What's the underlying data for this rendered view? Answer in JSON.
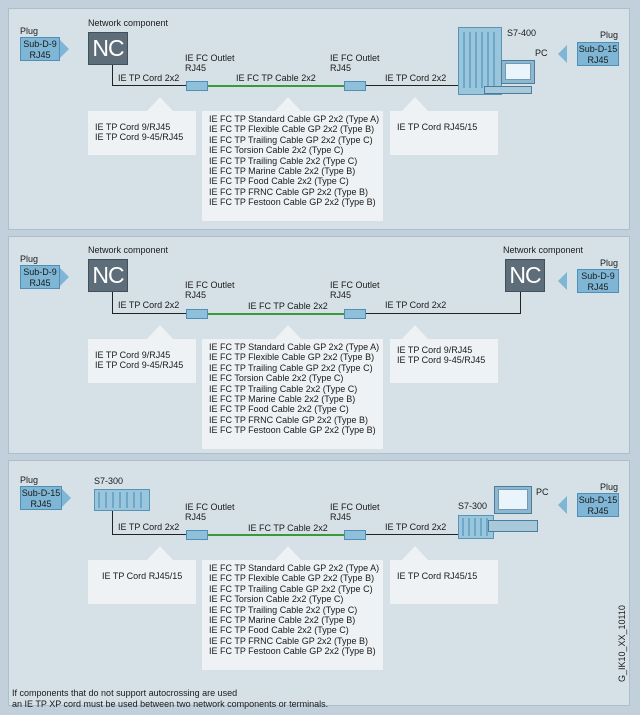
{
  "common": {
    "plug_label": "Plug",
    "network_component_label": "Network component",
    "nc_text": "NC",
    "outlet_label_line1": "IE FC Outlet",
    "outlet_label_line2": "RJ45",
    "cable_label": "IE FC TP Cable 2x2",
    "cord_label": "IE TP Cord 2x2",
    "cable_list": [
      "IE FC TP Standard Cable GP 2x2 (Type A)",
      "IE FC TP Flexible Cable GP 2x2 (Type B)",
      "IE FC TP Trailing Cable GP 2x2 (Type C)",
      "IE FC Torsion Cable 2x2 (Type C)",
      "IE FC TP Trailing Cable 2x2 (Type C)",
      "IE FC TP Marine Cable 2x2 (Type B)",
      "IE FC TP Food Cable 2x2 (Type C)",
      "IE FC TP FRNC Cable GP 2x2 (Type B)",
      "IE FC TP Festoon Cable GP 2x2 (Type B)"
    ]
  },
  "panel1": {
    "left_plug": [
      "Sub-D-9",
      "RJ45"
    ],
    "right_plug": [
      "Sub-D-15",
      "RJ45"
    ],
    "device_label": "S7-400",
    "pc_label": "PC",
    "left_box": [
      "IE TP Cord 9/RJ45",
      "IE TP Cord 9-45/RJ45"
    ],
    "right_box": [
      "IE TP Cord RJ45/15"
    ]
  },
  "panel2": {
    "left_plug": [
      "Sub-D-9",
      "RJ45"
    ],
    "right_plug": [
      "Sub-D-9",
      "RJ45"
    ],
    "left_box": [
      "IE TP Cord 9/RJ45",
      "IE TP Cord 9-45/RJ45"
    ],
    "right_box": [
      "IE TP Cord 9/RJ45",
      "IE TP Cord 9-45/RJ45"
    ]
  },
  "panel3": {
    "left_plug": [
      "Sub-D-15",
      "RJ45"
    ],
    "right_plug": [
      "Sub-D-15",
      "RJ45"
    ],
    "left_device_label": "S7-300",
    "right_device_label": "S7-300",
    "pc_label": "PC",
    "left_box": [
      "IE TP Cord RJ45/15"
    ],
    "right_box": [
      "IE TP Cord RJ45/15"
    ]
  },
  "footer": {
    "note_line1": "If components that do not support autocrossing are used",
    "note_line2": "an IE TP XP cord must be used between two network components or terminals.",
    "figure_code": "G_IK10_XX_10110"
  }
}
